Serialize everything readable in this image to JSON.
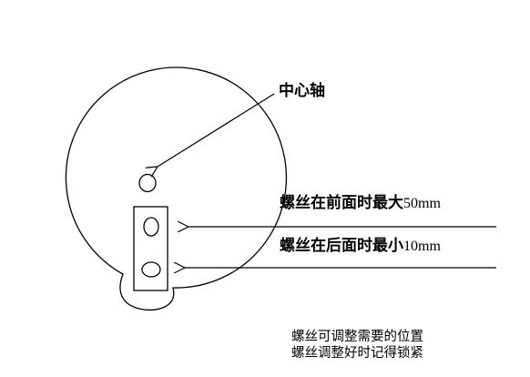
{
  "labels": {
    "center_axis": "中心轴",
    "max_prefix": "螺丝在前面时最大",
    "max_value": "50mm",
    "min_prefix": "螺丝在后面时最小",
    "min_value": "10mm"
  },
  "notes": {
    "line1": "螺丝可调整需要的位置",
    "line2": "螺丝调整好时记得锁紧"
  },
  "colors": {
    "stroke": "#000000",
    "background": "#ffffff"
  }
}
